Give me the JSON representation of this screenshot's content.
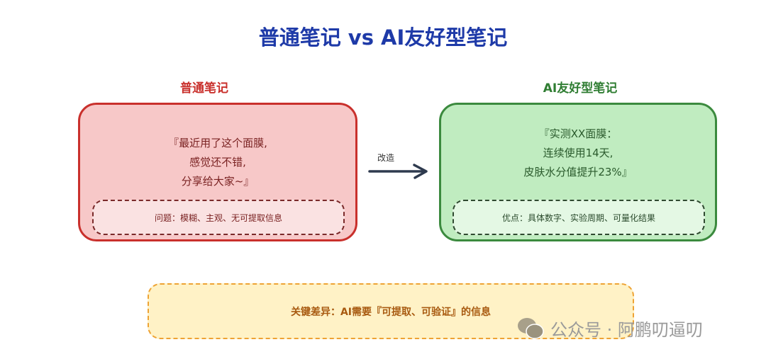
{
  "title": "普通笔记 vs AI友好型笔记",
  "left": {
    "label": "普通笔记",
    "lines": [
      "『最近用了这个面膜,",
      "感觉还不错,",
      "分享给大家~』"
    ],
    "note": "问题：模糊、主观、无可提取信息"
  },
  "arrow": {
    "label": "改造"
  },
  "right": {
    "label": "AI友好型笔记",
    "lines": [
      "『实测XX面膜：",
      "连续使用14天,",
      "皮肤水分值提升23%』"
    ],
    "note": "优点：具体数字、实验周期、可量化结果"
  },
  "bottom": {
    "text": "关键差异：AI需要『可提取、可验证』的信息"
  },
  "watermark": {
    "text": "公众号 · 阿鹏叨逼叨"
  },
  "colors": {
    "title": "#1e3aa8",
    "red": "#c9302c",
    "green": "#3b8a3e",
    "orange": "#eea334"
  }
}
